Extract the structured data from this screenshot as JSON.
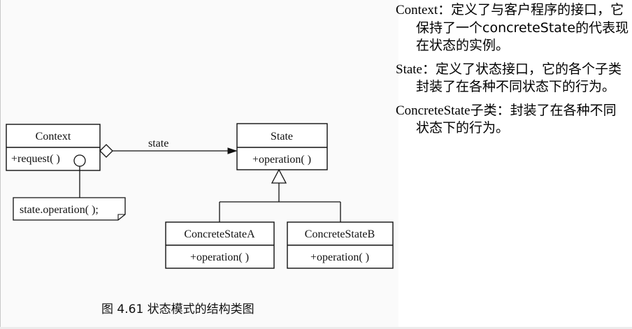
{
  "diagram": {
    "classes": {
      "context": {
        "name": "Context",
        "operation": "+request( )"
      },
      "state": {
        "name": "State",
        "operation": "+operation( )"
      },
      "concrete_a": {
        "name": "ConcreteStateA",
        "operation": "+operation( )"
      },
      "concrete_b": {
        "name": "ConcreteStateB",
        "operation": "+operation( )"
      }
    },
    "association_label": "state",
    "note": "state.operation( );",
    "caption": "图 4.61   状态模式的结构类图"
  },
  "descriptions": [
    {
      "term": "Context",
      "text": "：定义了与客户程序的接口，它保持了一个concreteState的代表现在状态的实例。"
    },
    {
      "term": "State",
      "text": "：定义了状态接口，它的各个子类封装了在各种不同状态下的行为。"
    },
    {
      "term": "ConcreteState",
      "text": "子类：封装了在各种不同状态下的行为。"
    }
  ]
}
